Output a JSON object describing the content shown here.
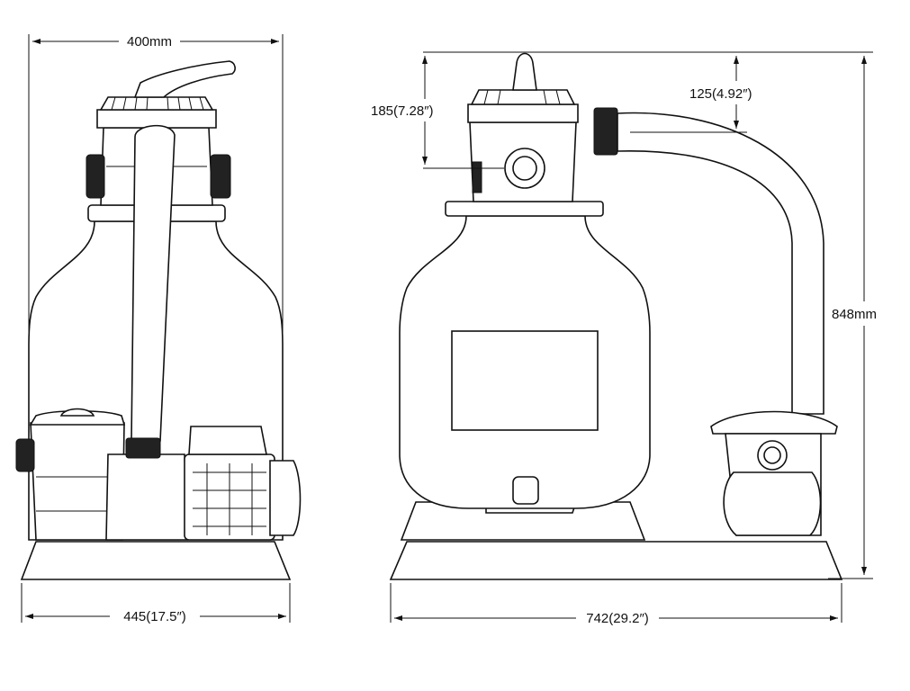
{
  "dimensions": {
    "side_top_width": "400mm",
    "side_base_width": "445(17.5″)",
    "front_base_width": "742(29.2″)",
    "total_height": "848mm",
    "valve_height": "185(7.28″)",
    "hose_offset": "125(4.92″)"
  },
  "colors": {
    "line": "#111111",
    "fill": "#ffffff",
    "dark": "#222222"
  }
}
